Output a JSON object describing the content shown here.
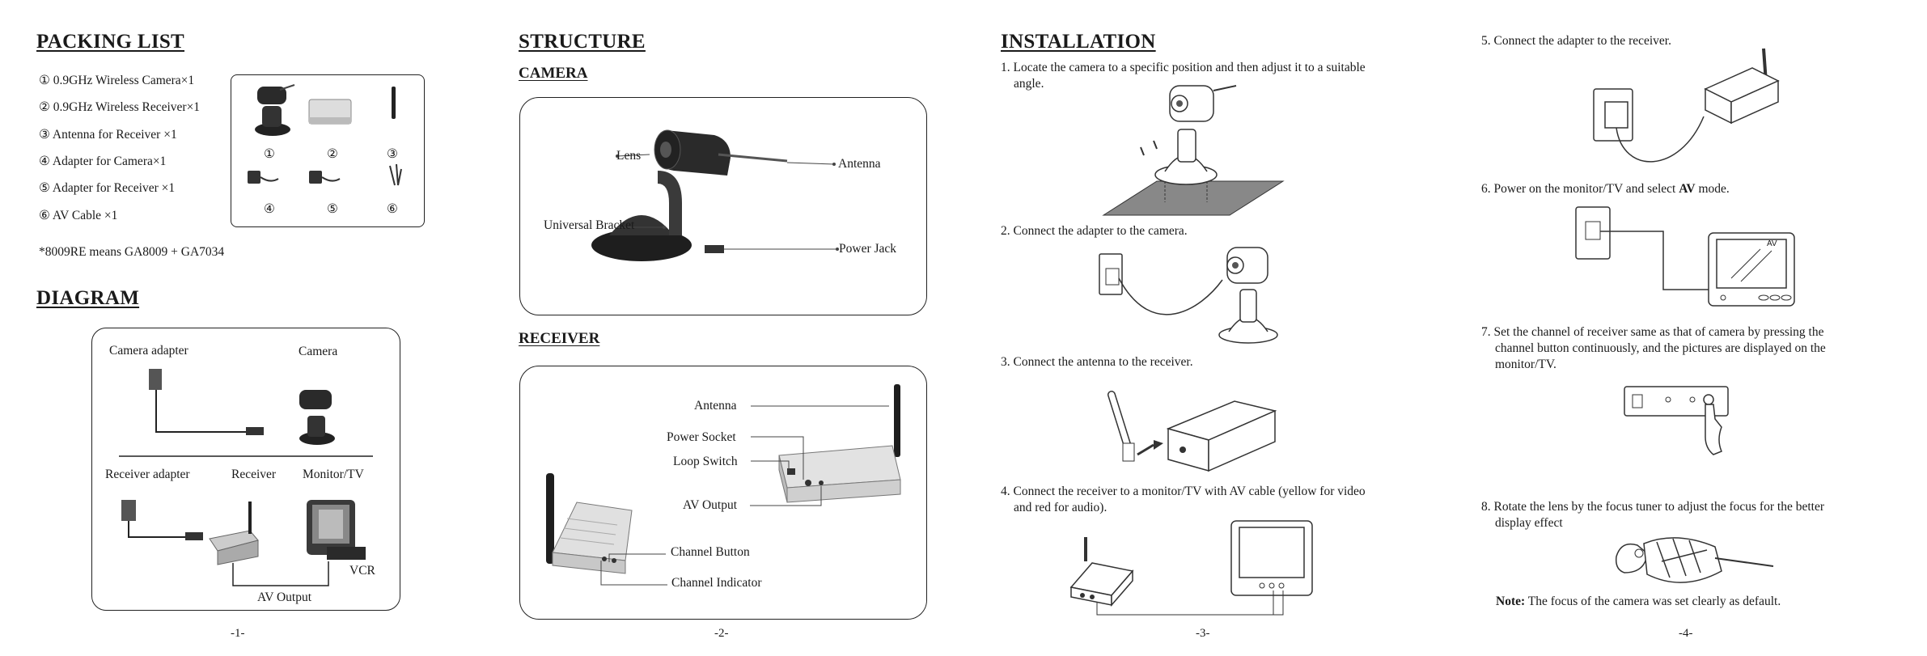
{
  "page1": {
    "packing_title": "PACKING LIST",
    "packing_items": [
      "① 0.9GHz Wireless Camera×1",
      "② 0.9GHz Wireless Receiver×1",
      "③ Antenna for Receiver ×1",
      "④ Adapter for Camera×1",
      "⑤ Adapter for Receiver ×1",
      "⑥ AV Cable ×1"
    ],
    "item_numbers": [
      "①",
      "②",
      "③",
      "④",
      "⑤",
      "⑥"
    ],
    "note": "*8009RE means GA8009 + GA7034",
    "diagram_title": "DIAGRAM",
    "diagram_labels": {
      "camera_adapter": "Camera adapter",
      "camera": "Camera",
      "receiver_adapter": "Receiver adapter",
      "receiver": "Receiver",
      "monitor_tv": "Monitor/TV",
      "vcr": "VCR",
      "av_output": "AV  Output"
    },
    "page_number": "-1-"
  },
  "page2": {
    "structure_title": "STRUCTURE",
    "camera_title": "CAMERA",
    "camera_labels": {
      "lens": "Lens",
      "antenna": "Antenna",
      "bracket": "Universal Bracket",
      "power_jack": "Power Jack"
    },
    "receiver_title": "RECEIVER",
    "receiver_labels": {
      "antenna": "Antenna",
      "power_socket": "Power Socket",
      "loop_switch": "Loop Switch",
      "av_output": "AV Output",
      "channel_button": "Channel Button",
      "channel_indicator": "Channel Indicator"
    },
    "page_number": "-2-"
  },
  "page3": {
    "installation_title": "INSTALLATION",
    "steps": [
      "1. Locate the camera to a specific position and then adjust it to a suitable",
      "angle.",
      "2. Connect the adapter to the camera.",
      "3. Connect the antenna to the receiver.",
      "4. Connect the receiver to a monitor/TV with AV cable (yellow for video",
      "and red for audio)."
    ],
    "page_number": "-3-"
  },
  "page4": {
    "step5": "5. Connect the adapter to the receiver.",
    "step6_pre": "6. Power on the monitor/TV and select ",
    "step6_bold": "AV",
    "step6_post": " mode.",
    "tv_label": "AV",
    "step7": [
      "7. Set the channel of receiver same as that of camera by pressing the",
      "channel button continuously, and the pictures are displayed on the",
      "monitor/TV."
    ],
    "step8": [
      "8. Rotate the lens by the focus tuner to adjust the focus for the better",
      "display effect"
    ],
    "note_bold": "Note:",
    "note_text": " The focus of the camera was set clearly as default.",
    "page_number": "-4-"
  }
}
